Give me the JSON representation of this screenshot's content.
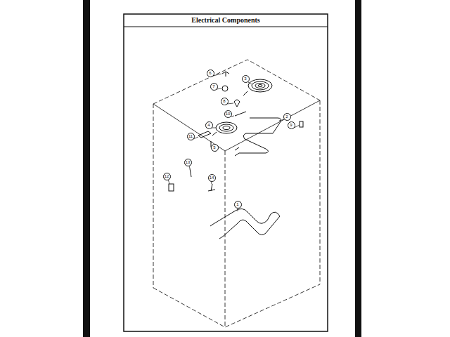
{
  "diagram": {
    "title": "Electrical Components",
    "labels": [
      "1",
      "2",
      "3",
      "4",
      "5",
      "6",
      "7",
      "8",
      "9",
      "10",
      "11",
      "12",
      "13",
      "14"
    ]
  }
}
